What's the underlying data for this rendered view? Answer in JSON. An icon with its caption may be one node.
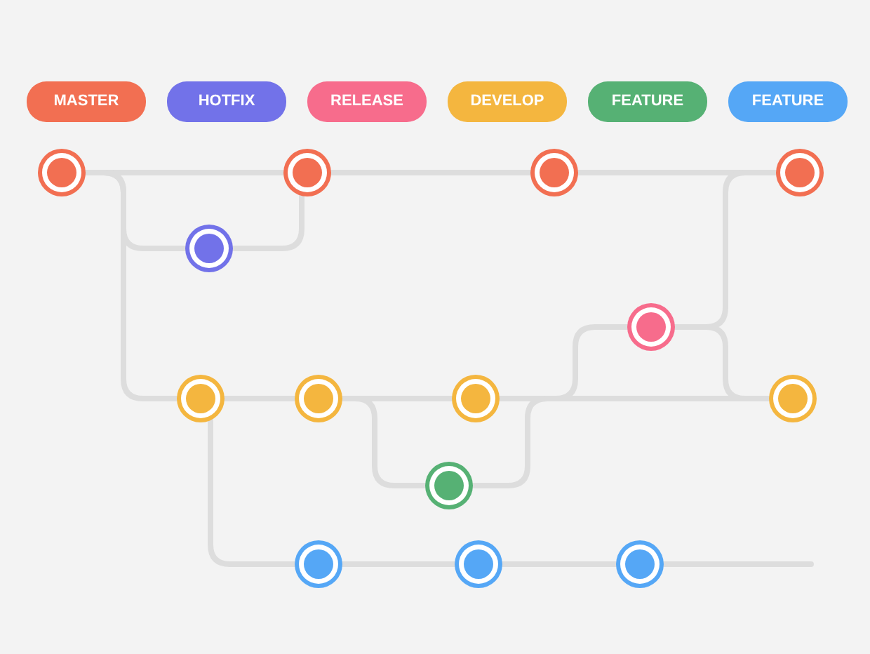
{
  "diagram": {
    "nodes": [
      {
        "text": [],
        "shape": "circle"
      },
      {
        "text": [],
        "shape": "circle"
      },
      {
        "text": [],
        "shape": "circle"
      },
      {
        "text": [],
        "shape": "circle"
      },
      {
        "text": [],
        "shape": "circle"
      },
      {
        "text": [],
        "shape": "circle"
      },
      {
        "text": [],
        "shape": "circle"
      },
      {
        "text": [],
        "shape": "circle"
      },
      {
        "text": [],
        "shape": "circle"
      },
      {
        "text": [],
        "shape": "circle"
      },
      {
        "text": [],
        "shape": "circle"
      },
      {
        "text": [],
        "shape": "circle"
      },
      {
        "text": [],
        "shape": "circle"
      },
      {
        "text": [],
        "shape": "circle"
      }
    ],
    "edges": [
      {
        "from": 0,
        "to": 1,
        "arrow": "none"
      },
      {
        "from": 1,
        "to": 2,
        "arrow": "none"
      },
      {
        "from": 2,
        "to": 3,
        "arrow": "none"
      },
      {
        "from": 0,
        "to": 4,
        "arrow": "none"
      },
      {
        "from": 4,
        "to": 1,
        "arrow": "none"
      },
      {
        "from": 0,
        "to": 6,
        "arrow": "none"
      },
      {
        "from": 6,
        "to": 7,
        "arrow": "none"
      },
      {
        "from": 7,
        "to": 8,
        "arrow": "none"
      },
      {
        "from": 8,
        "to": 9,
        "arrow": "none"
      },
      {
        "from": 7,
        "to": 10,
        "arrow": "none"
      },
      {
        "from": 10,
        "to": 9,
        "arrow": "none"
      },
      {
        "from": 8,
        "to": 5,
        "arrow": "none"
      },
      {
        "from": 5,
        "to": 3,
        "arrow": "none"
      },
      {
        "from": 5,
        "to": 9,
        "arrow": "none"
      },
      {
        "from": 6,
        "to": 11,
        "arrow": "none"
      },
      {
        "from": 11,
        "to": 12,
        "arrow": "none"
      },
      {
        "from": 12,
        "to": 13,
        "arrow": "none"
      },
      {
        "from": 13,
        "to": null,
        "arrow": "none"
      }
    ],
    "legend": [
      {
        "text": "MASTER",
        "color": "#f26f52"
      },
      {
        "text": "HOTFIX",
        "color": "#7272e9"
      },
      {
        "text": "RELEASE",
        "color": "#f76c8c"
      },
      {
        "text": "DEVELOP",
        "color": "#f4b63f"
      },
      {
        "text": "FEATURE",
        "color": "#56b174"
      },
      {
        "text": "FEATURE",
        "color": "#55a7f6"
      }
    ]
  }
}
